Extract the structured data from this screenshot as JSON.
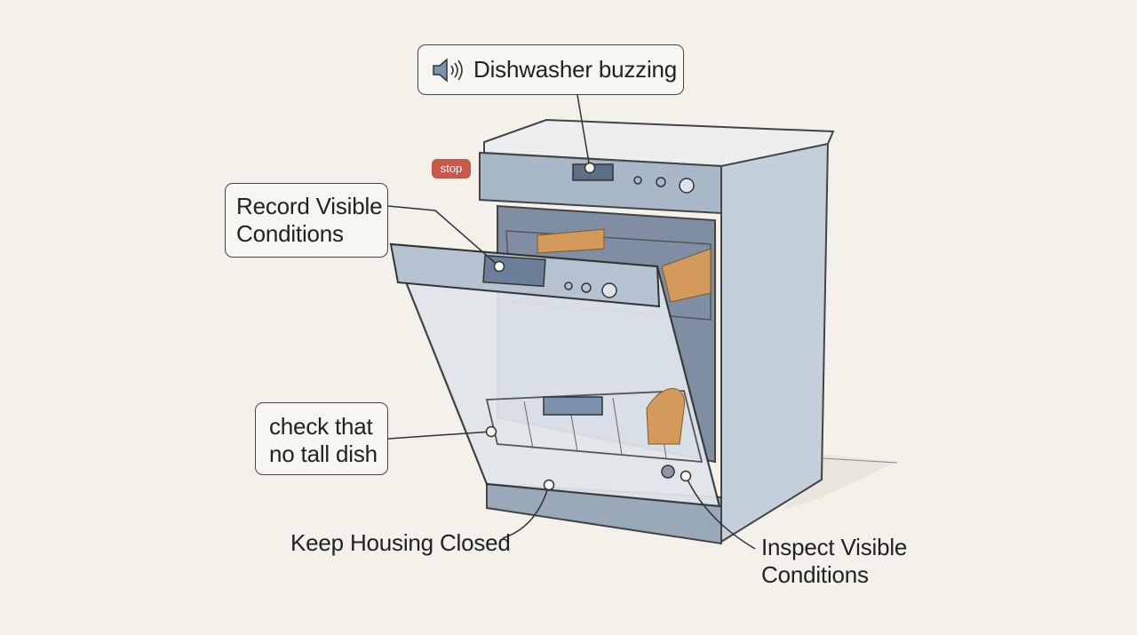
{
  "callouts": {
    "sound": {
      "label": "Dishwasher buzzing",
      "icon": "speaker-icon"
    },
    "record": {
      "line1": "Record Visible",
      "line2": "Conditions"
    },
    "check": {
      "line1": "check that",
      "line2": "no tall dish"
    },
    "keep": {
      "label": "Keep Housing Closed"
    },
    "inspect": {
      "line1": "Inspect Visible",
      "line2": "Conditions"
    }
  },
  "badge": {
    "label": "stop",
    "color": "#c8574c"
  },
  "colors": {
    "background": "#f3f1ea",
    "body": "#c9d3df",
    "panel": "#9fb0c4",
    "rack": "#d39a5c"
  }
}
